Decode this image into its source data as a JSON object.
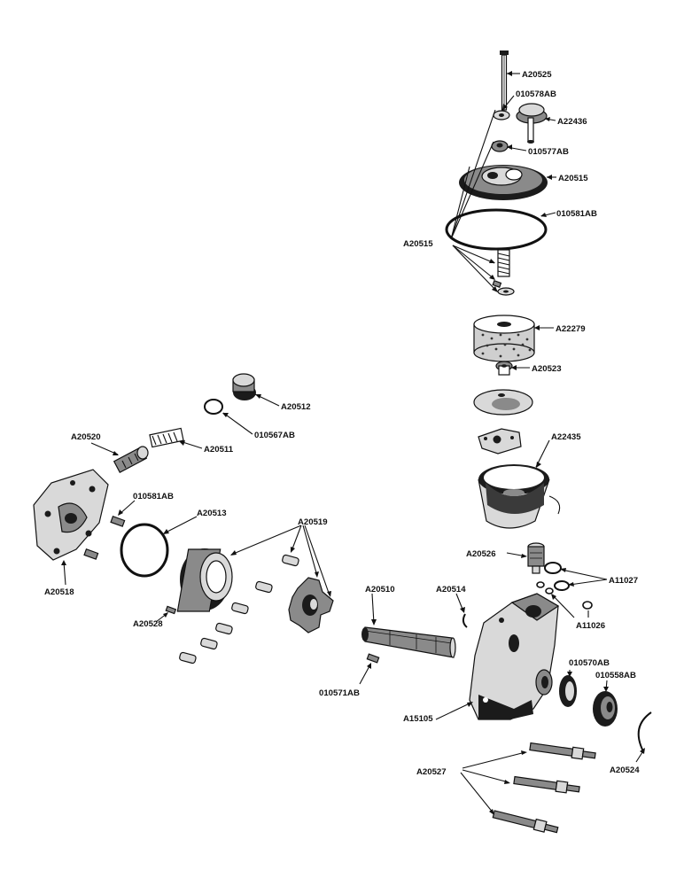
{
  "labels": {
    "a20525": "A20525",
    "p010578ab": "010578AB",
    "a22436": "A22436",
    "p010577ab": "010577AB",
    "a20515_cover": "A20515",
    "p010581ab_top": "010581AB",
    "a20515_group": "A20515",
    "a22279": "A22279",
    "a20523": "A20523",
    "a20512": "A20512",
    "p010567ab": "010567AB",
    "a20520": "A20520",
    "a20511": "A20511",
    "a22435": "A22435",
    "p010581ab_left": "010581AB",
    "a20513": "A20513",
    "a20519": "A20519",
    "a20518": "A20518",
    "a20526": "A20526",
    "a11027": "A11027",
    "a20528": "A20528",
    "a20510": "A20510",
    "a20514": "A20514",
    "a11026": "A11026",
    "p010570ab": "010570AB",
    "p010558ab": "010558AB",
    "p010571ab": "010571AB",
    "a15105": "A15105",
    "a20527": "A20527",
    "a20524": "A20524"
  }
}
